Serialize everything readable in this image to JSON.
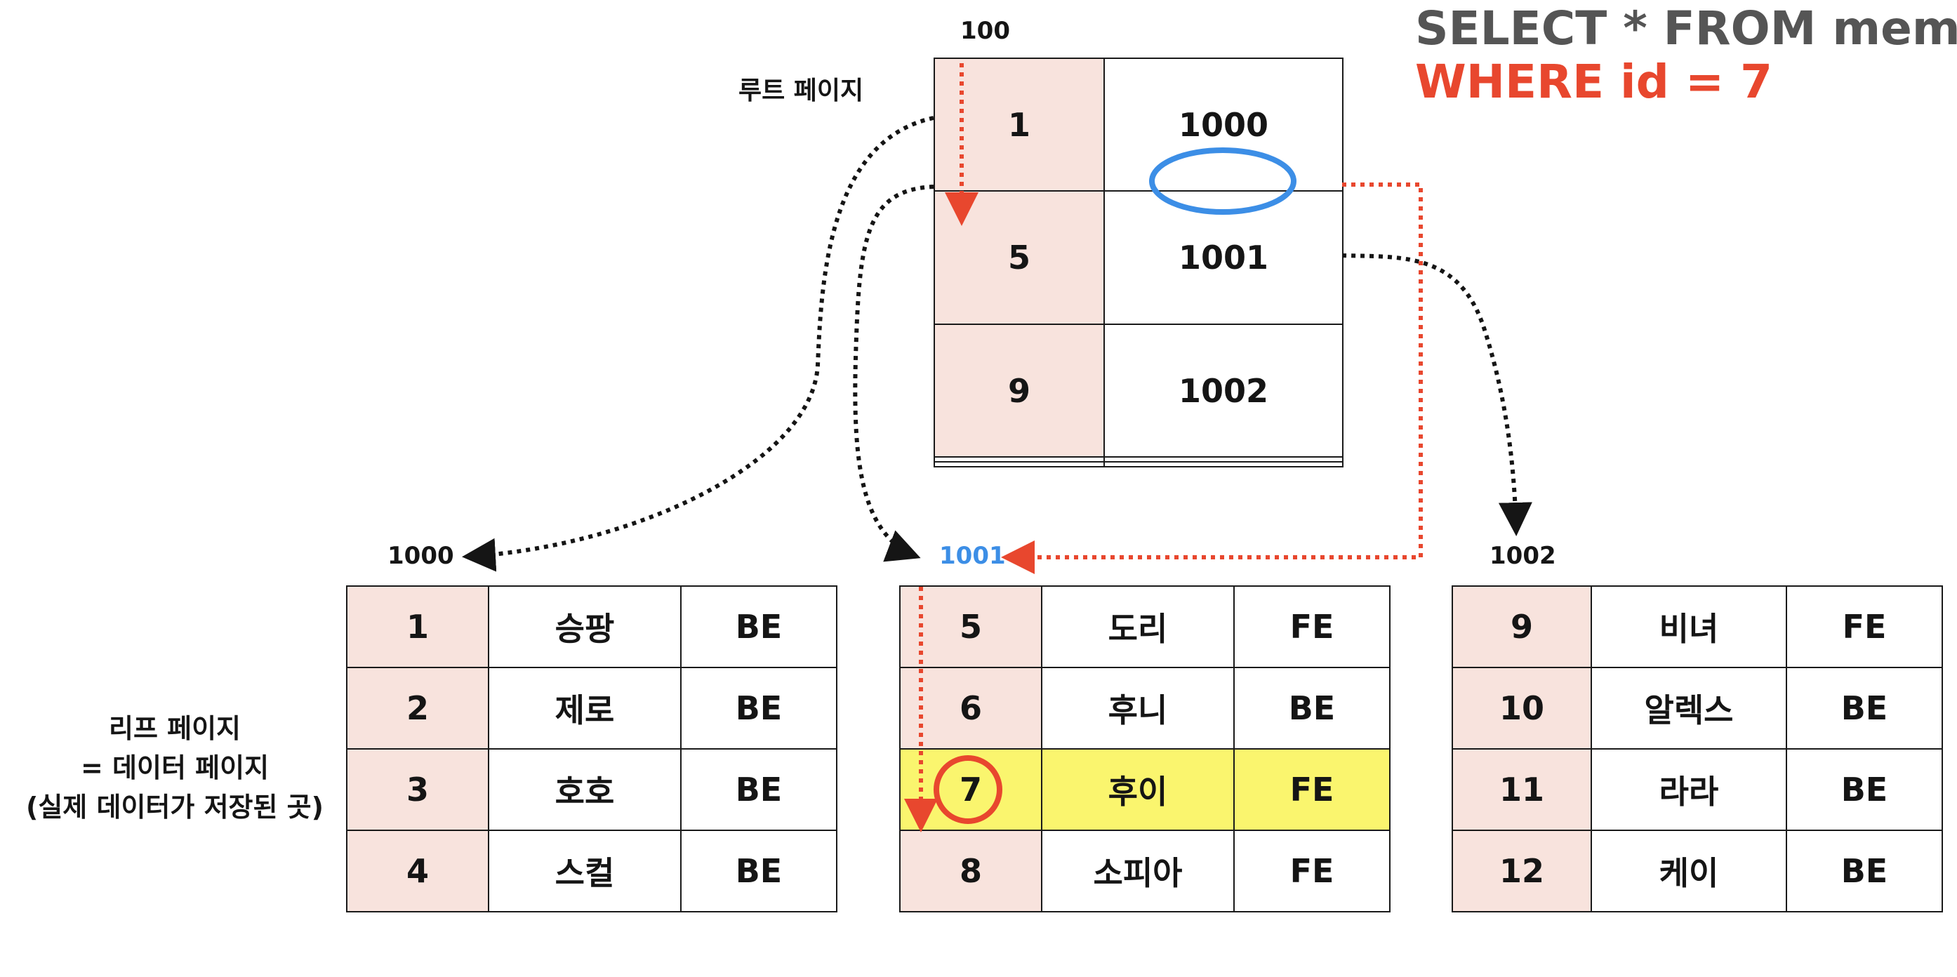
{
  "query": {
    "line1": "SELECT * FROM member",
    "line2": "WHERE id = 7"
  },
  "root": {
    "page_id": "100",
    "label": "루트 페이지",
    "rows": [
      {
        "key": "1",
        "pointer": "1000"
      },
      {
        "key": "5",
        "pointer": "1001"
      },
      {
        "key": "9",
        "pointer": "1002"
      },
      {
        "key": "",
        "pointer": ""
      },
      {
        "key": "",
        "pointer": ""
      }
    ]
  },
  "leaf_note": {
    "line1": "리프 페이지",
    "line2": "= 데이터 페이지",
    "line3": "(실제 데이터가 저장된 곳)"
  },
  "leaves": [
    {
      "page_id": "1000",
      "rows": [
        {
          "id": "1",
          "name": "승팡",
          "team": "BE"
        },
        {
          "id": "2",
          "name": "제로",
          "team": "BE"
        },
        {
          "id": "3",
          "name": "호호",
          "team": "BE"
        },
        {
          "id": "4",
          "name": "스컬",
          "team": "BE"
        }
      ]
    },
    {
      "page_id": "1001",
      "rows": [
        {
          "id": "5",
          "name": "도리",
          "team": "FE"
        },
        {
          "id": "6",
          "name": "후니",
          "team": "BE"
        },
        {
          "id": "7",
          "name": "후이",
          "team": "FE"
        },
        {
          "id": "8",
          "name": "소피아",
          "team": "FE"
        }
      ]
    },
    {
      "page_id": "1002",
      "rows": [
        {
          "id": "9",
          "name": "비녀",
          "team": "FE"
        },
        {
          "id": "10",
          "name": "알렉스",
          "team": "BE"
        },
        {
          "id": "11",
          "name": "라라",
          "team": "BE"
        },
        {
          "id": "12",
          "name": "케이",
          "team": "BE"
        }
      ]
    }
  ],
  "colors": {
    "key_cell": "#f8e3dd",
    "highlight_row": "#faf56e",
    "search_path": "#e8472e",
    "selected_page": "#3c8ee6",
    "query_gray": "#555555"
  }
}
